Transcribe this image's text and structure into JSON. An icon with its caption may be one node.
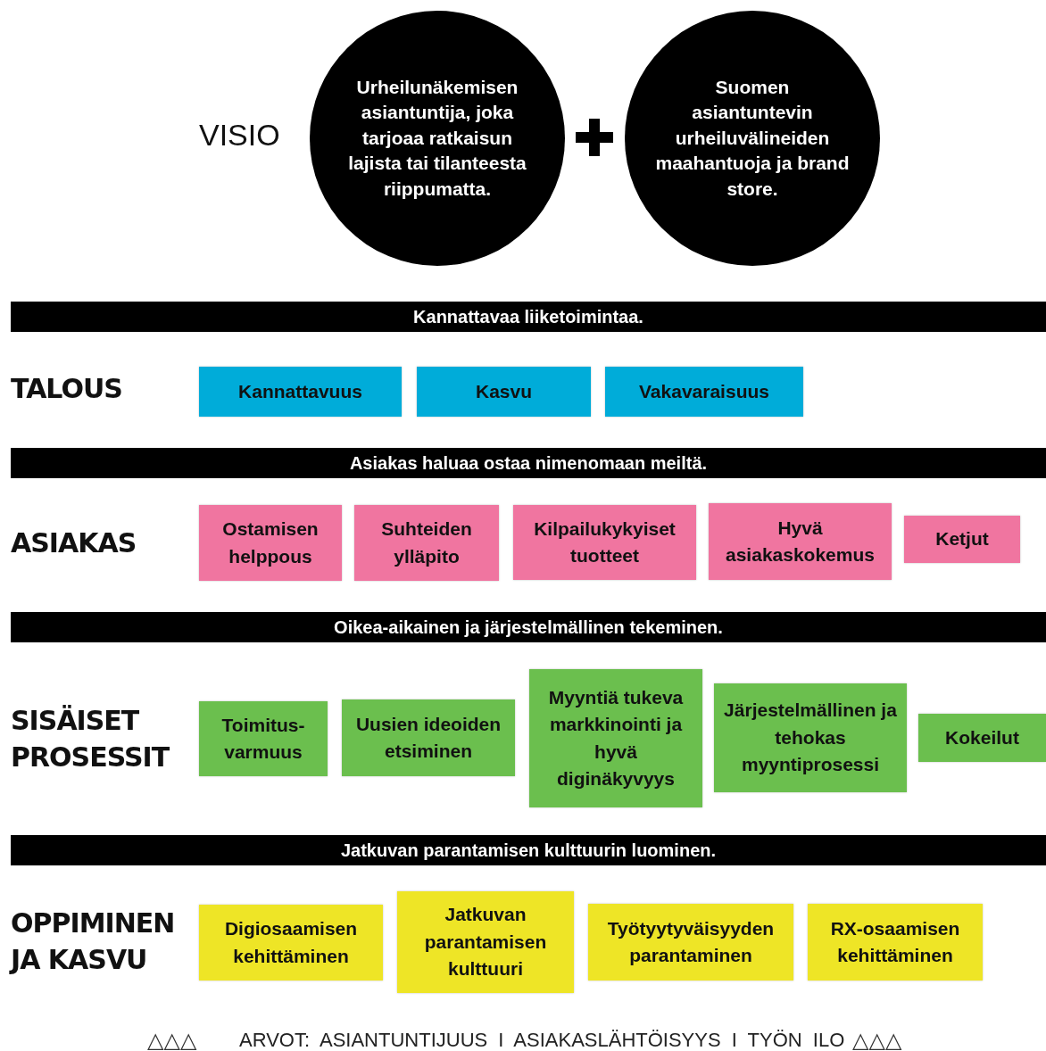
{
  "diagram": {
    "nodes": [
      {
        "text": [
          "Urheilunäkemisen asiantuntija, joka tarjoaa ratkaisun lajista tai tilanteesta riippumatta."
        ]
      },
      {
        "text": [
          "Suomen asiantuntevin urheiluvälineiden maahantuoja ja brand store."
        ]
      },
      {
        "text": [
          "Kannattavaa liiketoimintaa."
        ]
      },
      {
        "text": [
          "Kannattavuus"
        ]
      },
      {
        "text": [
          "Kasvu"
        ]
      },
      {
        "text": [
          "Vakavaraisuus"
        ]
      },
      {
        "text": [
          "Asiakas haluaa ostaa nimenomaan meiltä."
        ]
      },
      {
        "text": [
          "Ostamisen helppous"
        ]
      },
      {
        "text": [
          "Suhteiden ylläpito"
        ]
      },
      {
        "text": [
          "Kilpailukykyiset tuotteet"
        ]
      },
      {
        "text": [
          "Hyvä asiakaskokemus"
        ]
      },
      {
        "text": [
          "Ketjut"
        ]
      },
      {
        "text": [
          "Oikea-aikainen ja järjestelmällinen tekeminen."
        ]
      },
      {
        "text": [
          "Toimitus-varmuus"
        ]
      },
      {
        "text": [
          "Uusien ideoiden etsiminen"
        ]
      },
      {
        "text": [
          "Myyntiä tukeva markkinointi ja hyvä diginäkyvyys"
        ]
      },
      {
        "text": [
          "Järjestelmällinen ja tehokas myyntiprosessi"
        ]
      },
      {
        "text": [
          "Kokeilut"
        ]
      },
      {
        "text": [
          "Jatkuvan parantamisen kulttuurin luominen."
        ]
      },
      {
        "text": [
          "Digiosaamisen kehittäminen"
        ]
      },
      {
        "text": [
          "Jatkuvan parantamisen kulttuuri"
        ]
      },
      {
        "text": [
          "Työtyytyväisyyden parantaminen"
        ]
      },
      {
        "text": [
          "RX-osaamisen kehittäminen"
        ]
      }
    ],
    "labels": [
      "VISIO",
      "TALOUS",
      "ASIAKAS",
      "SISÄISET PROSESSIT",
      "OPPIMINEN JA KASVU",
      "△△△",
      "ARVOT: ASIANTUNTIJUUS I ASIAKASLÄHTÖISYYS I TYÖN ILO",
      "△△△"
    ]
  }
}
